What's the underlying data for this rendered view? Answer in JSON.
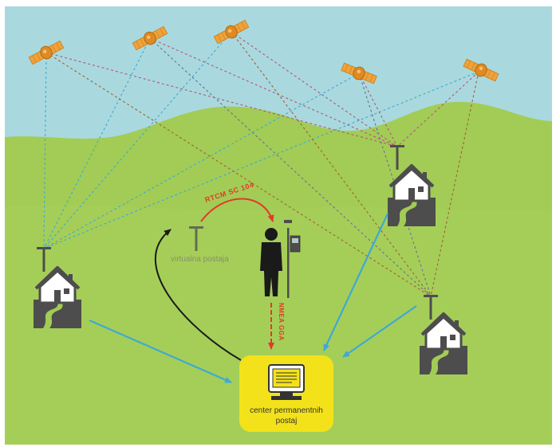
{
  "diagram": {
    "labels": {
      "virtual_station": "virtualna postaja",
      "rtcm": "RTCM SC 104",
      "nmea": "NMEA GGA",
      "center_line1": "center permanentnih",
      "center_line2": "postaj"
    },
    "colors": {
      "sky": "#a9d9de",
      "ground": "#a2cc55",
      "ground_light": "#b3d86a",
      "house": "#4d4d4d",
      "center_box": "#f3e21a",
      "link_blue": "#3ea9d4",
      "sat_orange": "#f0a23a",
      "arrow_red": "#e23a2a"
    },
    "icons": [
      "satellite-icon",
      "house-icon",
      "antenna-icon",
      "person-icon",
      "computer-icon"
    ]
  }
}
